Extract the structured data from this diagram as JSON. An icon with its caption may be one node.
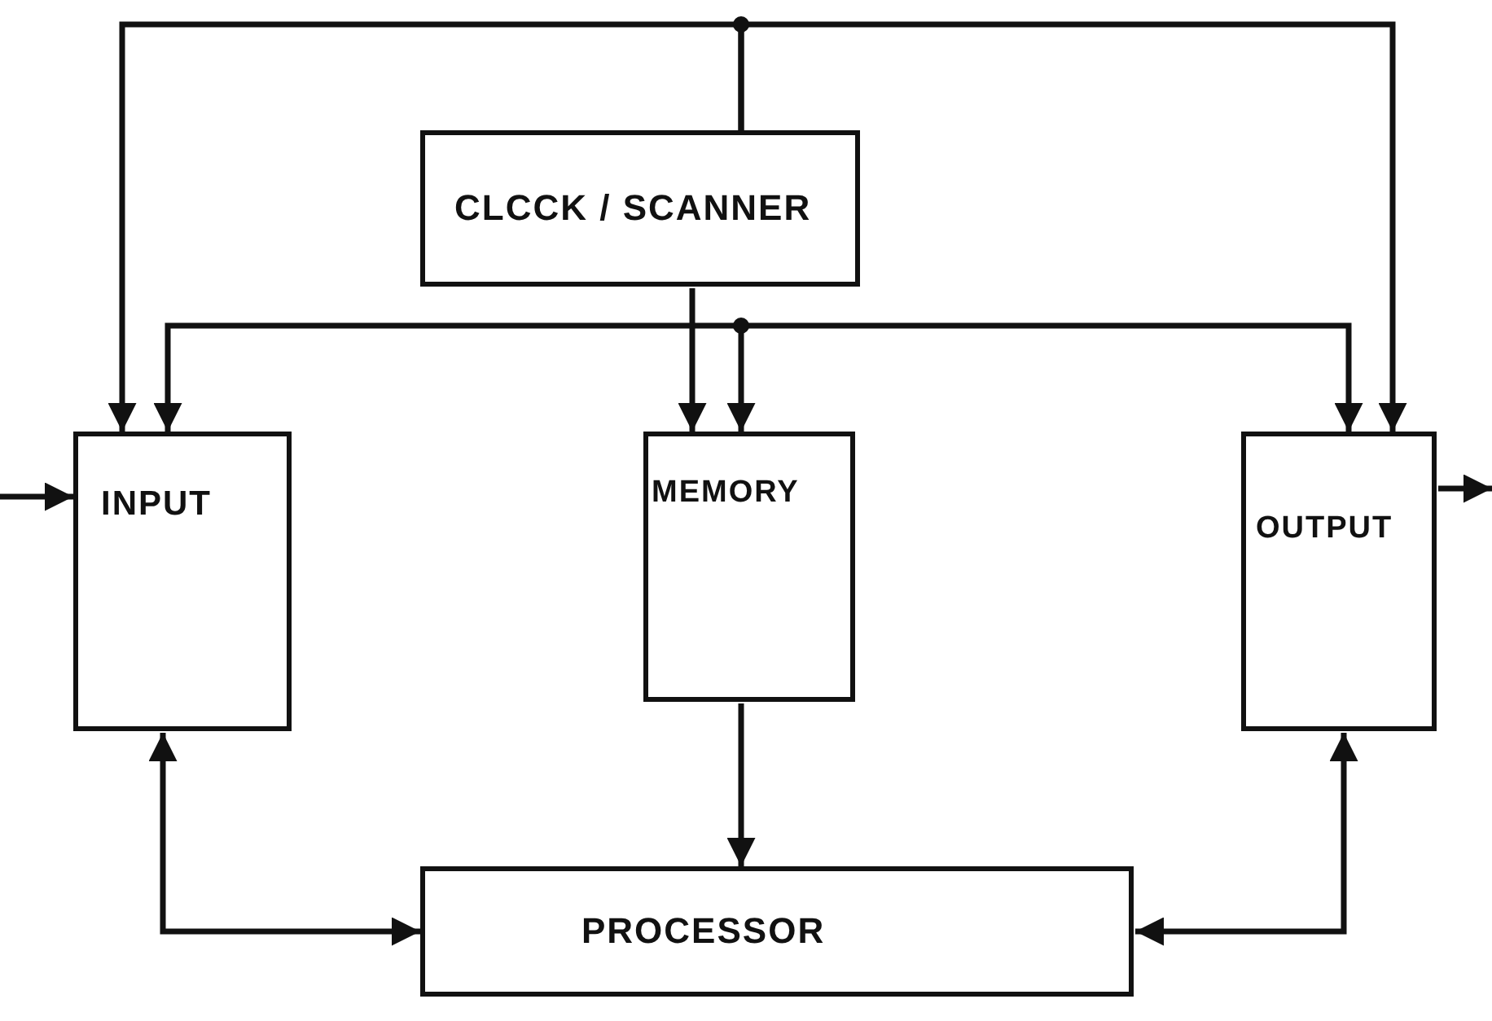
{
  "diagram": {
    "nodes": [
      {
        "text": [
          "CLCCK / SCANNER"
        ]
      },
      {
        "text": [
          "INPUT"
        ]
      },
      {
        "text": [
          "MEMORY"
        ]
      },
      {
        "text": [
          "OUTPUT"
        ]
      },
      {
        "text": [
          "PROCESSOR"
        ]
      }
    ],
    "edges": [
      {
        "from": 0,
        "to": 1,
        "arrow": "to"
      },
      {
        "from": 0,
        "to": 3,
        "arrow": "to"
      },
      {
        "from": 0,
        "to": 2,
        "arrow": "to"
      },
      {
        "from": null,
        "to": 2,
        "arrow": "to"
      },
      {
        "from": null,
        "to": 1,
        "arrow": "to"
      },
      {
        "from": null,
        "to": 3,
        "arrow": "to"
      },
      {
        "from": null,
        "to": 1,
        "arrow": "to"
      },
      {
        "from": 3,
        "to": null,
        "arrow": "to"
      },
      {
        "from": 1,
        "to": 4,
        "arrow": "both"
      },
      {
        "from": 3,
        "to": 4,
        "arrow": "both"
      },
      {
        "from": 2,
        "to": 4,
        "arrow": "to"
      }
    ]
  }
}
